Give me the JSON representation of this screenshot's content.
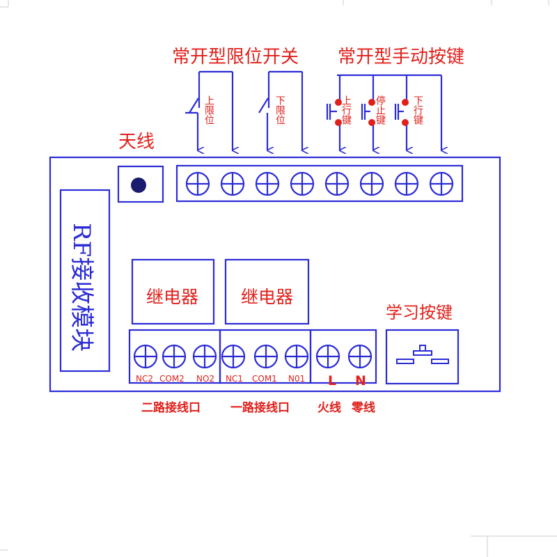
{
  "labels": {
    "limit_switch_title": "常开型限位开关",
    "manual_key_title": "常开型手动按键",
    "antenna": "天线",
    "rf_module": "RF接收模块",
    "relay_1": "继电器",
    "relay_2": "继电器",
    "learn_key": "学习按键",
    "upper_limit": "上限位",
    "lower_limit": "下限位",
    "up_key": "上行键",
    "stop_key": "停止键",
    "down_key": "下行键",
    "nc2": "NC2",
    "com2": "COM2",
    "no2": "NO2",
    "nc1": "NC1",
    "com1": "COM1",
    "no1": "N01",
    "live": "L",
    "neutral": "N",
    "channel_2": "二路接线口",
    "channel_1": "一路接线口",
    "live_wire": "火线",
    "neutral_wire": "零线"
  },
  "colors": {
    "line": "#2b2bd6",
    "text": "#e0201b",
    "dot": "#e0201b",
    "antenna_dot": "#1a1a6e"
  }
}
